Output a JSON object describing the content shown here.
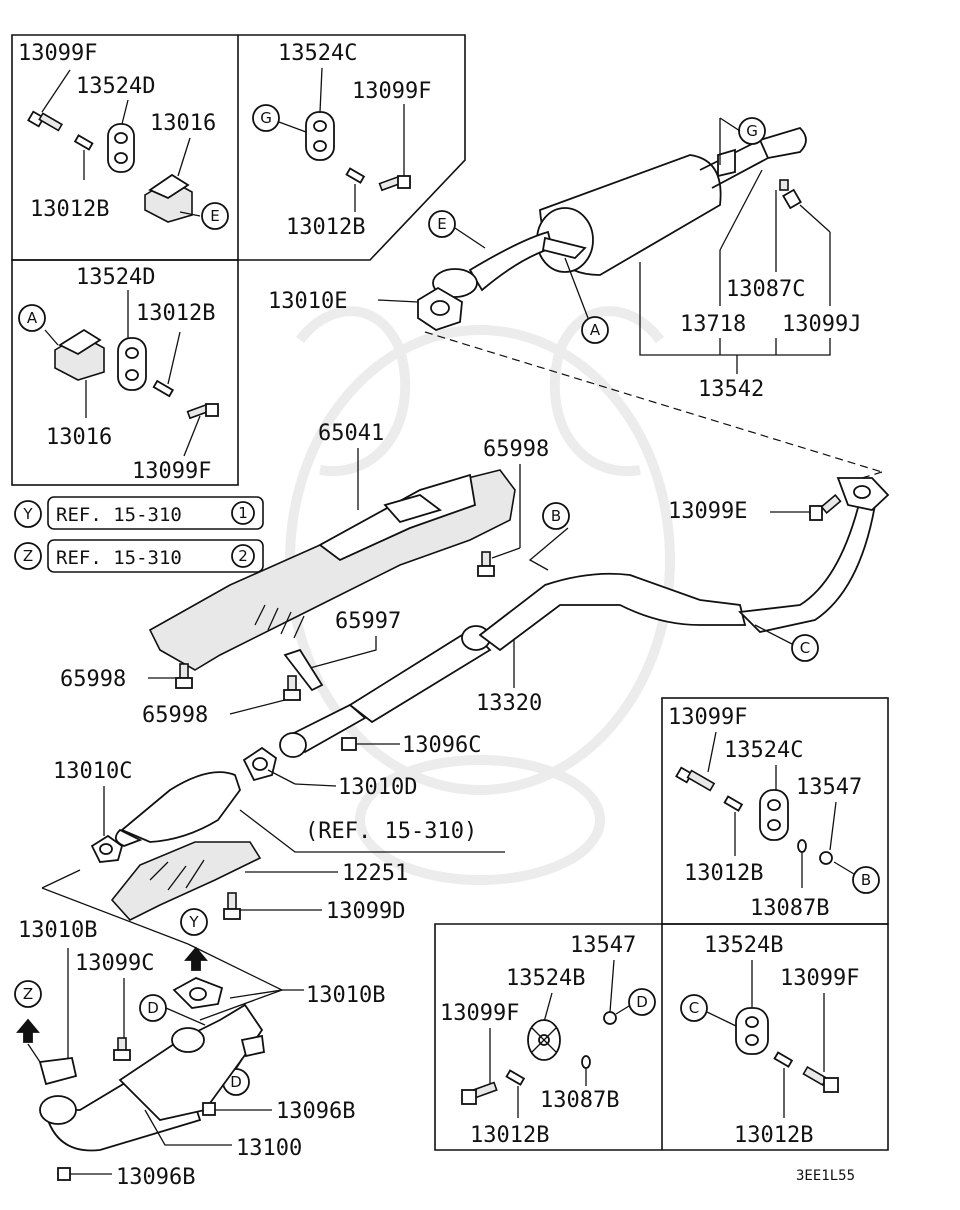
{
  "labels": {
    "p13099F_tl": "13099F",
    "p13524D_tl": "13524D",
    "p13016_tl": "13016",
    "p13012B_tl": "13012B",
    "p13524C_tm": "13524C",
    "p13099F_tm": "13099F",
    "p13012B_tm": "13012B",
    "p13524D_ml": "13524D",
    "p13012B_ml": "13012B",
    "p13016_ml": "13016",
    "p13099F_ml": "13099F",
    "p13010E": "13010E",
    "p13087C_top": "13087C",
    "p13718": "13718",
    "p13099J": "13099J",
    "p13542": "13542",
    "p65041": "65041",
    "p65998_top": "65998",
    "p13099E": "13099E",
    "p65997": "65997",
    "p65998_l1": "65998",
    "p65998_l2": "65998",
    "p13320": "13320",
    "p13096C": "13096C",
    "p13010C": "13010C",
    "p13010D": "13010D",
    "ref_15_310": "(REF. 15-310)",
    "p12251": "12251",
    "p13099D": "13099D",
    "p13010B_l": "13010B",
    "p13099C": "13099C",
    "p13010B_r": "13010B",
    "p13096B_m": "13096B",
    "p13100": "13100",
    "p13096B_b": "13096B",
    "p13099F_rr": "13099F",
    "p13524C_rr": "13524C",
    "p13547_rr": "13547",
    "p13012B_rr": "13012B",
    "p13087B_rr": "13087B",
    "p13547_bm": "13547",
    "p13524B_bm": "13524B",
    "p13099F_bm": "13099F",
    "p13087B_bm": "13087B",
    "p13012B_bm": "13012B",
    "p13524B_br": "13524B",
    "p13099F_br": "13099F",
    "p13012B_br": "13012B",
    "fig_code": "3EE1L55"
  },
  "refs": {
    "y_text": "REF. 15-310",
    "y_num": "1",
    "z_text": "REF. 15-310",
    "z_num": "2"
  },
  "circles": {
    "A": "A",
    "B": "B",
    "C": "C",
    "D": "D",
    "E": "E",
    "G": "G",
    "Y": "Y",
    "Z": "Z"
  }
}
